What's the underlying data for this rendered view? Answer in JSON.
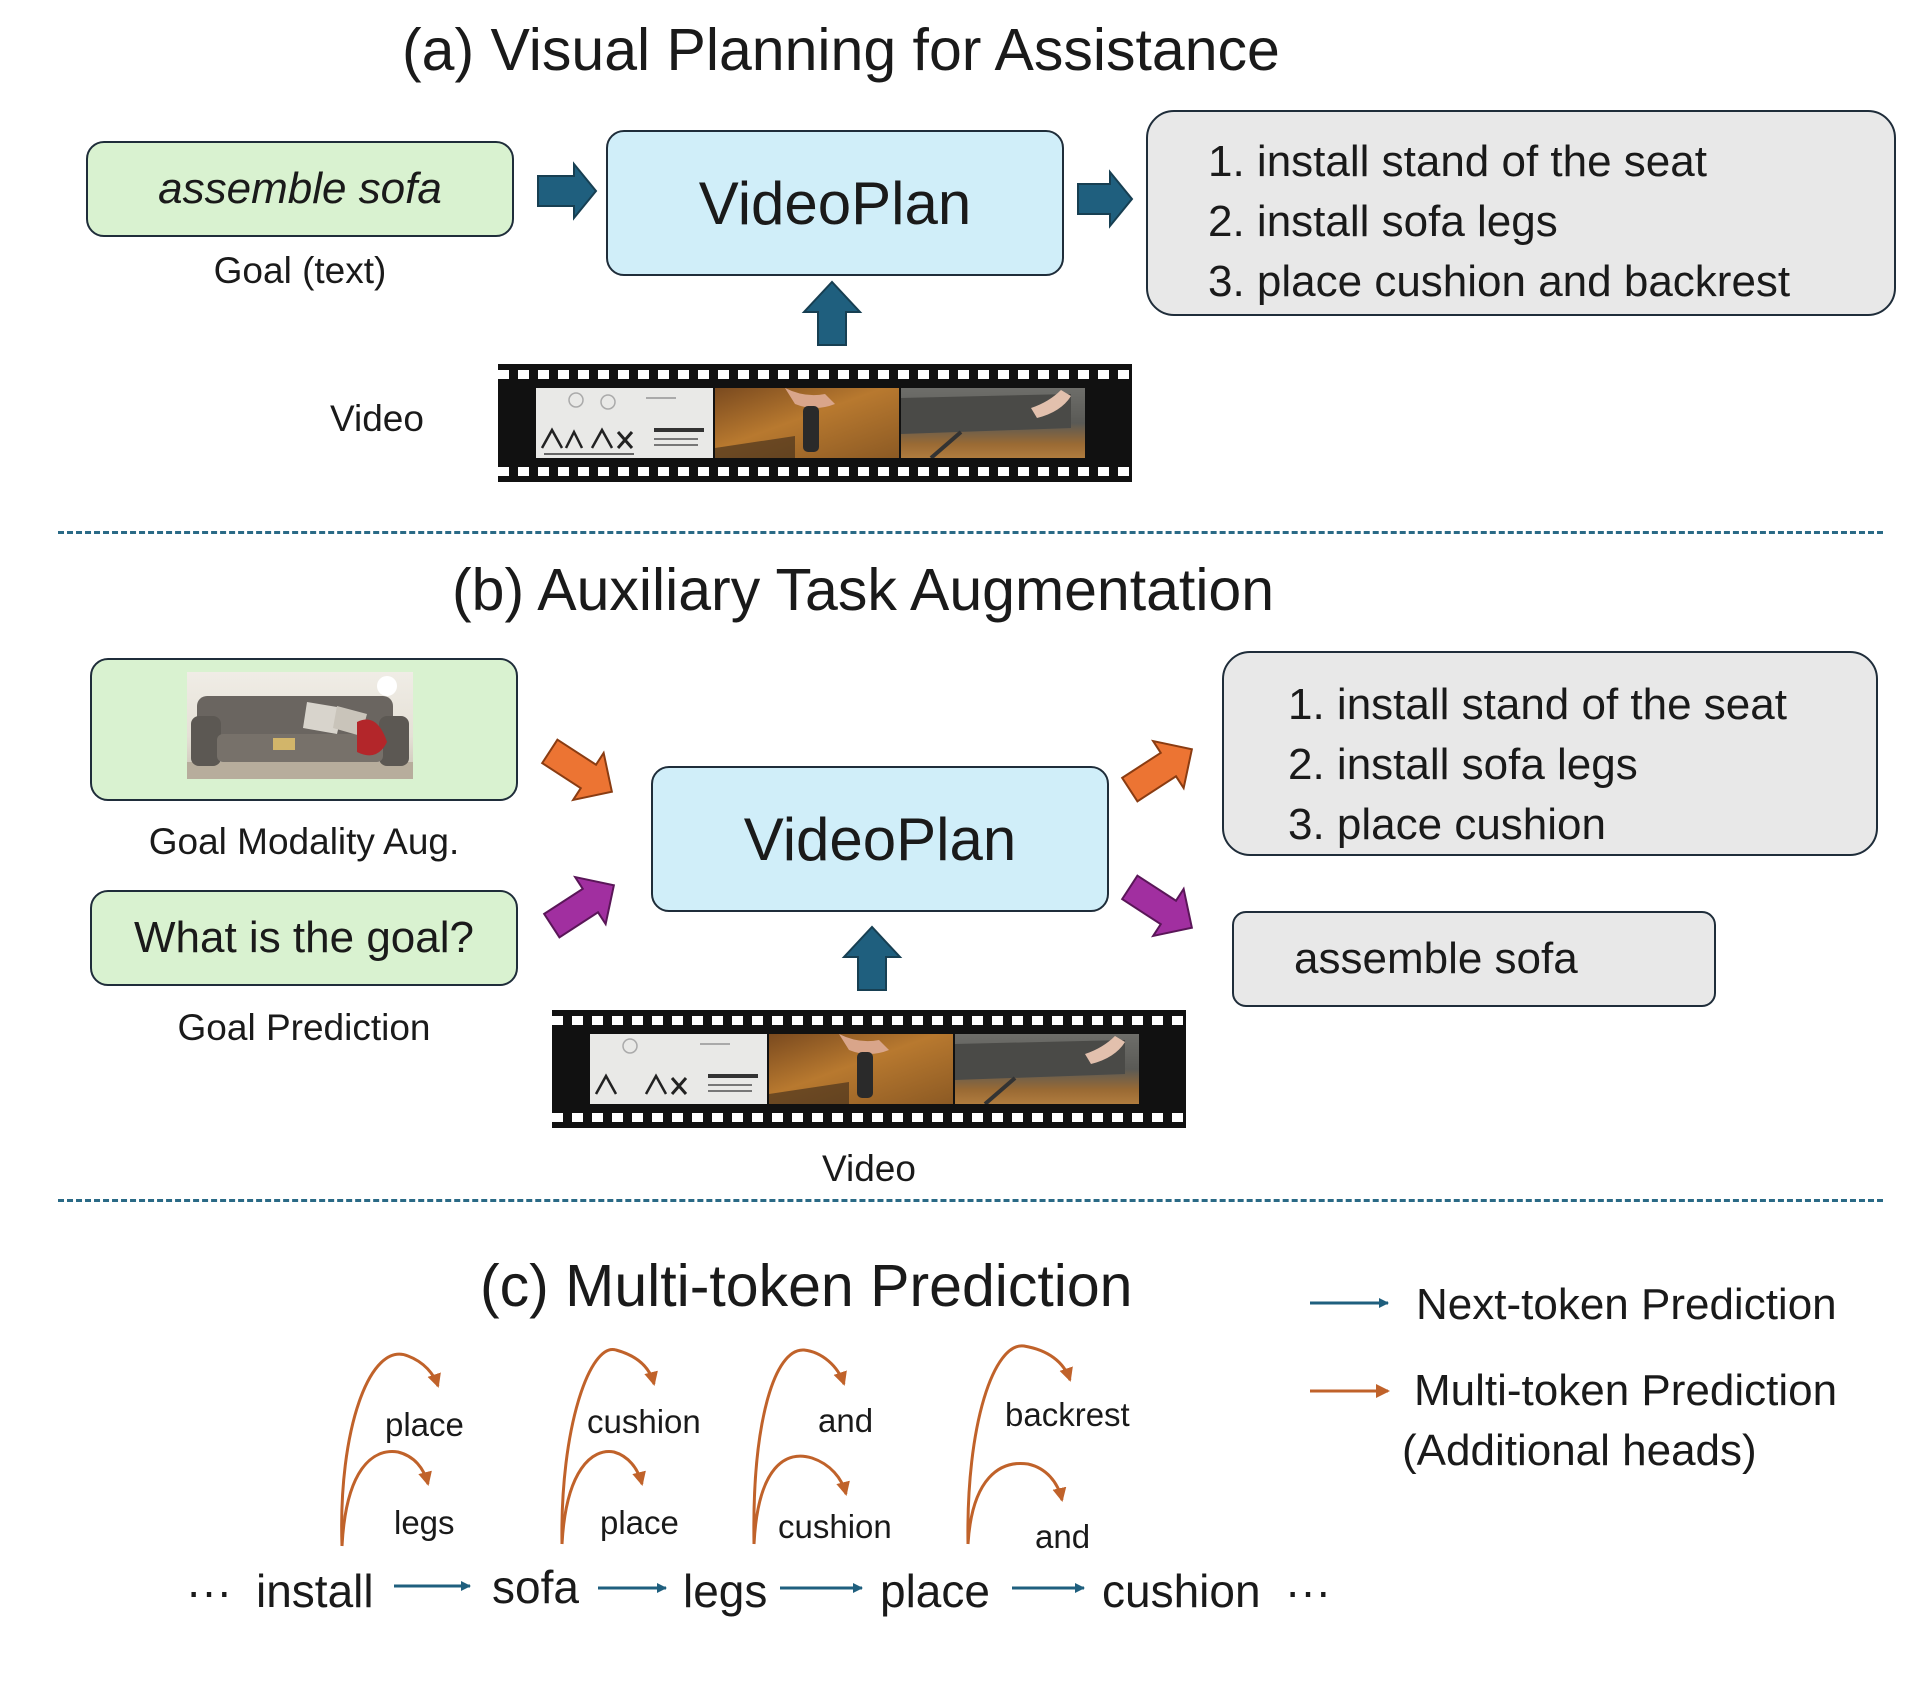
{
  "section_a": {
    "title": "(a) Visual Planning for Assistance",
    "goal_text": "assemble sofa",
    "goal_caption": "Goal (text)",
    "model_label": "VideoPlan",
    "video_caption": "Video",
    "plan_steps": [
      "1. install stand of the seat",
      "2. install sofa legs",
      "3. place cushion and backrest"
    ]
  },
  "section_b": {
    "title": "(b) Auxiliary Task Augmentation",
    "goal_modality_caption": "Goal Modality Aug.",
    "goal_question": "What is the goal?",
    "goal_prediction_caption": "Goal Prediction",
    "model_label": "VideoPlan",
    "video_caption": "Video",
    "plan_steps": [
      "1. install stand of the seat",
      "2. install sofa legs",
      "3. place cushion"
    ],
    "predicted_goal": "assemble sofa"
  },
  "section_c": {
    "title": "(c) Multi-token Prediction",
    "legend": {
      "next_token": "Next-token Prediction",
      "multi_token": "Multi-token Prediction",
      "multi_token_note": "(Additional heads)"
    },
    "ellipsis": "···",
    "sequence": [
      "install",
      "sofa",
      "legs",
      "place",
      "cushion"
    ],
    "predictions": [
      {
        "token": "install",
        "near": "legs",
        "far": "place"
      },
      {
        "token": "sofa",
        "near": "place",
        "far": "cushion"
      },
      {
        "token": "legs",
        "near": "cushion",
        "far": "and"
      },
      {
        "token": "place",
        "near": "and",
        "far": "backrest"
      }
    ]
  },
  "colors": {
    "next_token_arrow": "#1f5f7e",
    "multi_token_arrow": "#c0622a",
    "arrow_blue": "#1f5f7e",
    "arrow_orange": "#ec7433",
    "arrow_purple": "#a12fa0",
    "goal_box": "#d9f2d0",
    "model_box": "#d0eef9",
    "output_box": "#e8e8e8"
  }
}
